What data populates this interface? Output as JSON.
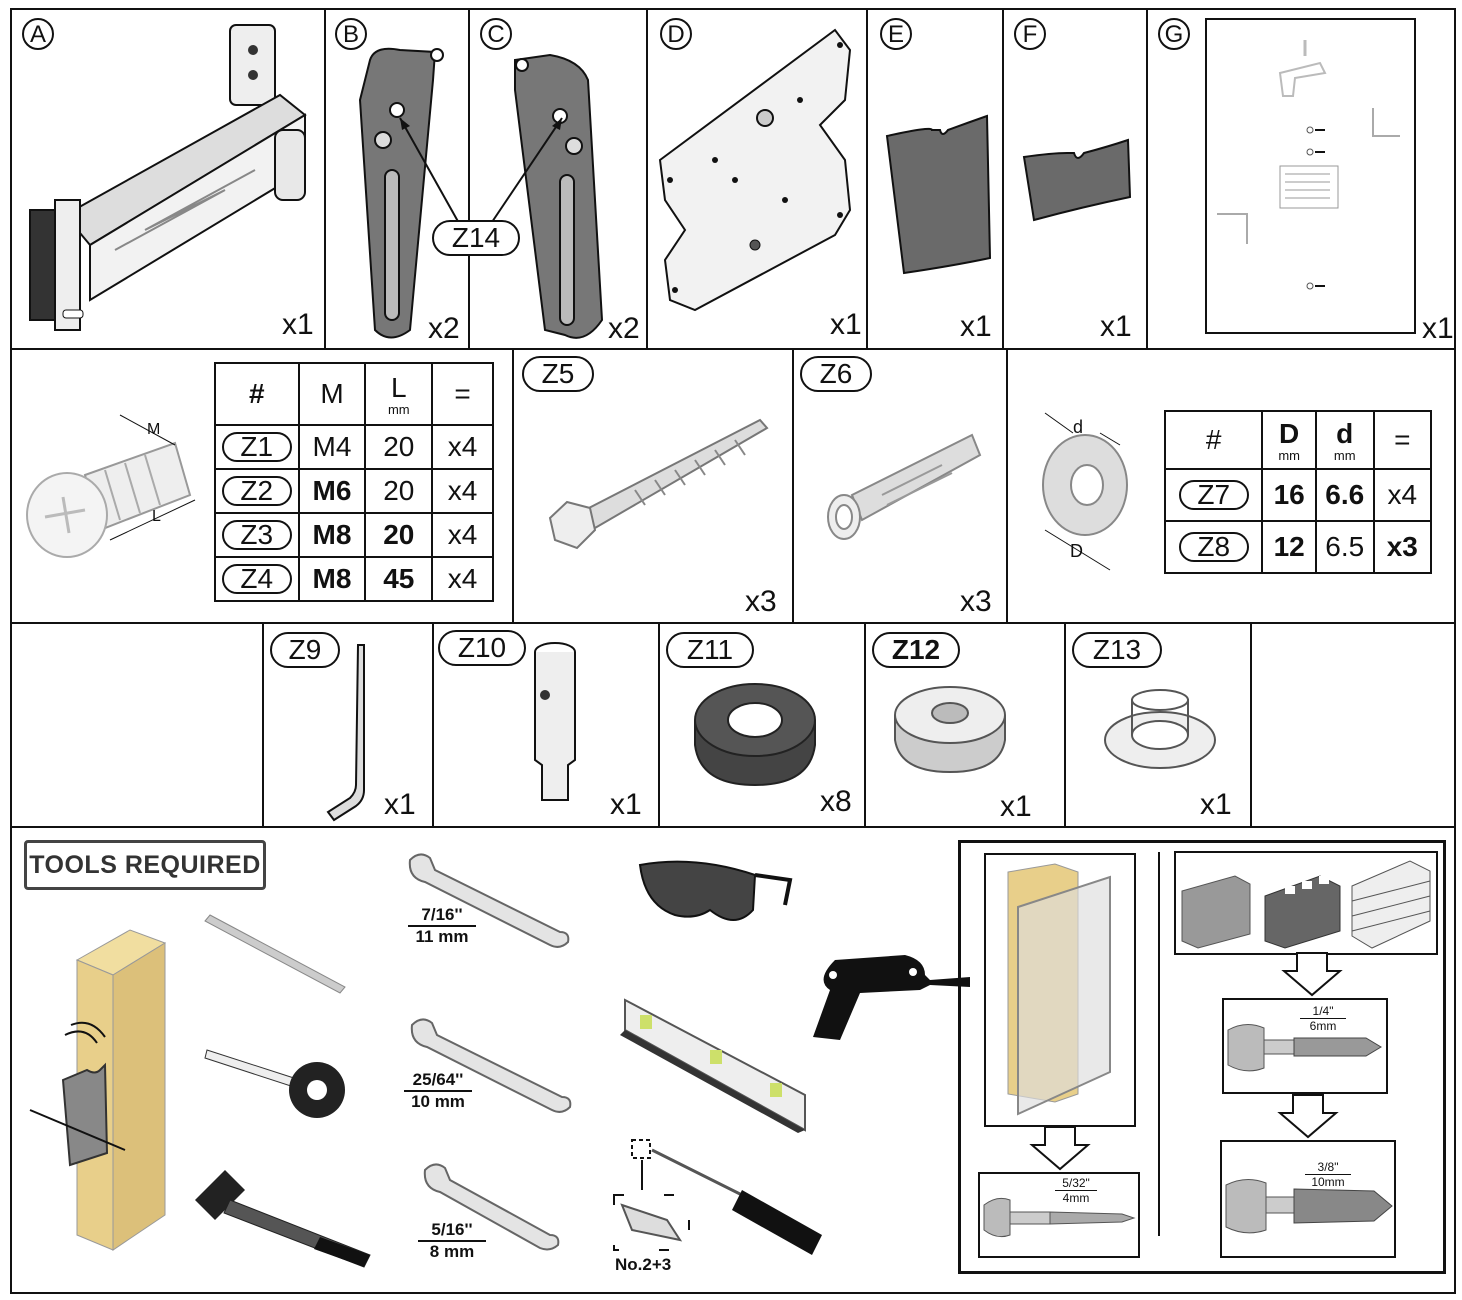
{
  "row1": {
    "parts": [
      {
        "letter": "A",
        "qty": "x1"
      },
      {
        "letter": "B",
        "qty": "x2"
      },
      {
        "letter": "C",
        "qty": "x2"
      },
      {
        "letter": "D",
        "qty": "x1"
      },
      {
        "letter": "E",
        "qty": "x1"
      },
      {
        "letter": "F",
        "qty": "x1"
      },
      {
        "letter": "G",
        "qty": "x1"
      }
    ],
    "z14_label": "Z14"
  },
  "bolts_table": {
    "headers": {
      "num": "#",
      "m": "M",
      "l": "L",
      "l_unit": "mm",
      "eq": "="
    },
    "screw_labels": {
      "m": "M",
      "l": "L"
    },
    "rows": [
      {
        "id": "Z1",
        "m": "M4",
        "l": "20",
        "qty": "x4"
      },
      {
        "id": "Z2",
        "m": "M6",
        "l": "20",
        "qty": "x4"
      },
      {
        "id": "Z3",
        "m": "M8",
        "l": "20",
        "qty": "x4"
      },
      {
        "id": "Z4",
        "m": "M8",
        "l": "45",
        "qty": "x4"
      }
    ]
  },
  "z5": {
    "label": "Z5",
    "qty": "x3"
  },
  "z6": {
    "label": "Z6",
    "qty": "x3"
  },
  "washer_table": {
    "headers": {
      "num": "#",
      "D": "D",
      "d": "d",
      "unit": "mm",
      "eq": "="
    },
    "washer_labels": {
      "d": "d",
      "D": "D"
    },
    "rows": [
      {
        "id": "Z7",
        "D": "16",
        "d": "6.6",
        "qty": "x4"
      },
      {
        "id": "Z8",
        "D": "12",
        "d": "6.5",
        "qty": "x3"
      }
    ]
  },
  "row3": [
    {
      "label": "Z9",
      "qty": "x1"
    },
    {
      "label": "Z10",
      "qty": "x1"
    },
    {
      "label": "Z11",
      "qty": "x8"
    },
    {
      "label": "Z12",
      "qty": "x1"
    },
    {
      "label": "Z13",
      "qty": "x1"
    }
  ],
  "tools": {
    "title": "TOOLS REQUIRED",
    "wrenches": [
      {
        "imperial": "7/16''",
        "metric": "11 mm"
      },
      {
        "imperial": "25/64''",
        "metric": "10 mm"
      },
      {
        "imperial": "5/16''",
        "metric": "8 mm"
      }
    ],
    "screwdriver_label": "No.2+3",
    "drill_bits": [
      {
        "imperial": "5/32\"",
        "metric": "4mm"
      },
      {
        "imperial": "1/4\"",
        "metric": "6mm"
      },
      {
        "imperial": "3/8\"",
        "metric": "10mm"
      }
    ]
  },
  "colors": {
    "line": "#111111",
    "metal": "#c8c8c8",
    "dark_metal": "#555555",
    "wood": "#e8cf8a"
  }
}
